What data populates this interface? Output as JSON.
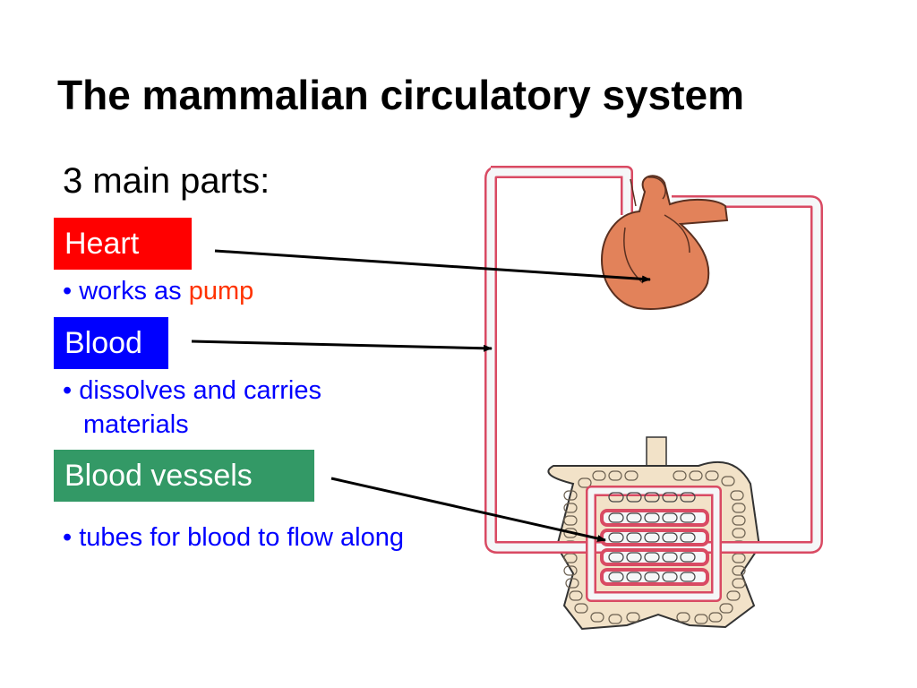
{
  "title": "The mammalian circulatory system",
  "subtitle": "3 main parts:",
  "parts": [
    {
      "label": "Heart",
      "color": "#ff0000",
      "bullet": [
        "works as ",
        "pump"
      ],
      "bullet_highlight_color": "#ff3300"
    },
    {
      "label": "Blood",
      "color": "#0000ff",
      "bullet": [
        "dissolves and carries",
        "materials"
      ]
    },
    {
      "label": "Blood vessels",
      "color": "#339966",
      "bullet": [
        "tubes for blood to flow along"
      ]
    }
  ],
  "bullet_symbol": "•",
  "colors": {
    "text_blue": "#0000ff",
    "vessel_outline": "#d94a63",
    "vessel_fill": "#f5f7f8",
    "heart": "#e2825a",
    "lung_tissue": "#f2e2c8"
  }
}
